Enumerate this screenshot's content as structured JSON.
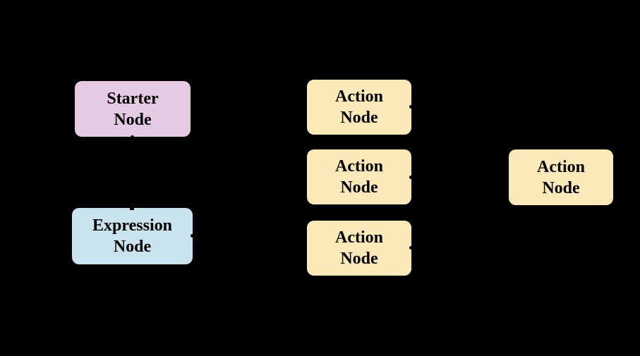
{
  "diagram": {
    "background_color": "#000000",
    "text_color": "#000000",
    "connector_color": "#000000",
    "node_fills": {
      "starter": "#E5CAE3",
      "expression": "#C9E4EE",
      "action": "#FCE9BA"
    },
    "nodes": [
      {
        "id": "starter",
        "type": "starter",
        "lines": [
          "Starter",
          "Node"
        ]
      },
      {
        "id": "expression",
        "type": "expression",
        "lines": [
          "Expression",
          "Node"
        ]
      },
      {
        "id": "action-1",
        "type": "action",
        "lines": [
          "Action",
          "Node"
        ]
      },
      {
        "id": "action-2",
        "type": "action",
        "lines": [
          "Action",
          "Node"
        ]
      },
      {
        "id": "action-3",
        "type": "action",
        "lines": [
          "Action",
          "Node"
        ]
      },
      {
        "id": "action-4",
        "type": "action",
        "lines": [
          "Action",
          "Node"
        ]
      }
    ]
  }
}
